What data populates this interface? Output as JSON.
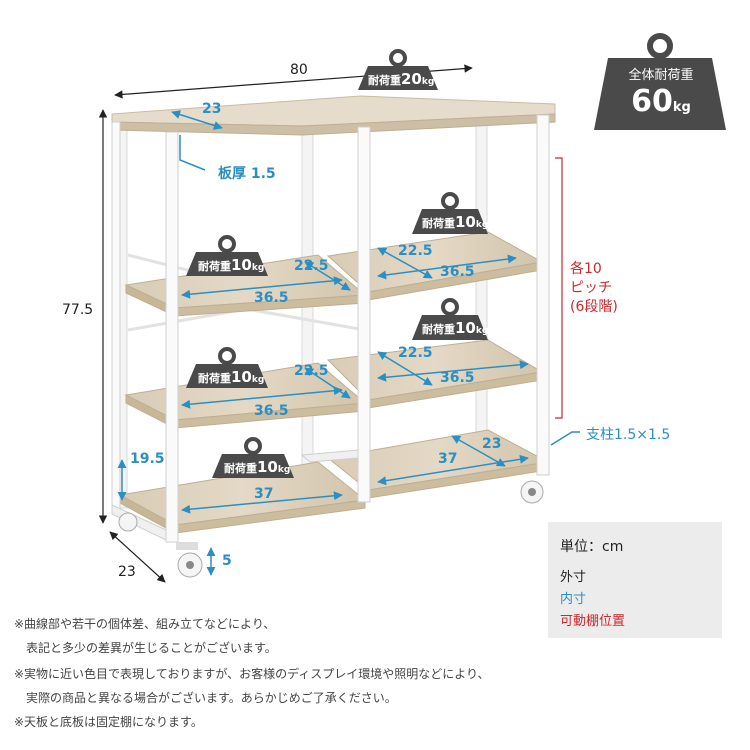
{
  "dimensions": {
    "width": "80",
    "height": "77.5",
    "depth": "23",
    "top_depth": "23",
    "board_thickness": "板厚 1.5",
    "shelf_depth": "22.5",
    "shelf_width": "36.5",
    "bottom_width": "37",
    "bottom_depth": "23",
    "bottom_height": "19.5",
    "caster_height": "5",
    "pitch": "各10\nピッチ\n(6段階)",
    "post": "支柱1.5×1.5"
  },
  "loads": {
    "top": {
      "label": "耐荷重",
      "value": "20",
      "unit": "kg"
    },
    "shelf": {
      "label": "耐荷重",
      "value": "10",
      "unit": "kg"
    }
  },
  "total_load": {
    "title": "全体耐荷重",
    "value": "60",
    "unit": "kg"
  },
  "legend": {
    "title": "単位：cm",
    "outer": "外寸",
    "inner": "内寸",
    "movable": "可動棚位置"
  },
  "notes": [
    "※曲線部や若干の個体差、組み立てなどにより、",
    "　表記と多少の差異が生じることがございます。",
    "※実物に近い色目で表現しておりますが、お客様のディスプレイ環境や照明などにより、",
    "　実際の商品と異なる場合がございます。あらかじめご了承ください。",
    "※天板と底板は固定棚になります。"
  ],
  "colors": {
    "wood": "#d9cdb8",
    "frame": "#f7f7f7",
    "inner_dim": "#2b8fc4",
    "movable": "#d0272b",
    "weight_badge": "#4a4a4a"
  },
  "icons": [
    "weight-icon",
    "arrow-both-icon"
  ]
}
